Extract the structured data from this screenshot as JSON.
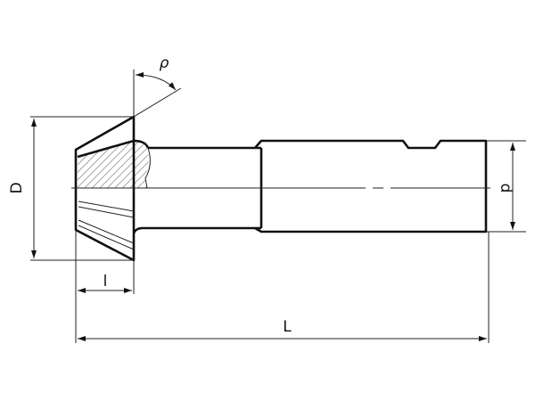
{
  "labels": {
    "diameter": "D",
    "shank_diameter": "d",
    "cutting_length": "l",
    "total_length": "L",
    "angle": "ρ"
  },
  "colors": {
    "line": "#111111",
    "background": "#ffffff"
  }
}
